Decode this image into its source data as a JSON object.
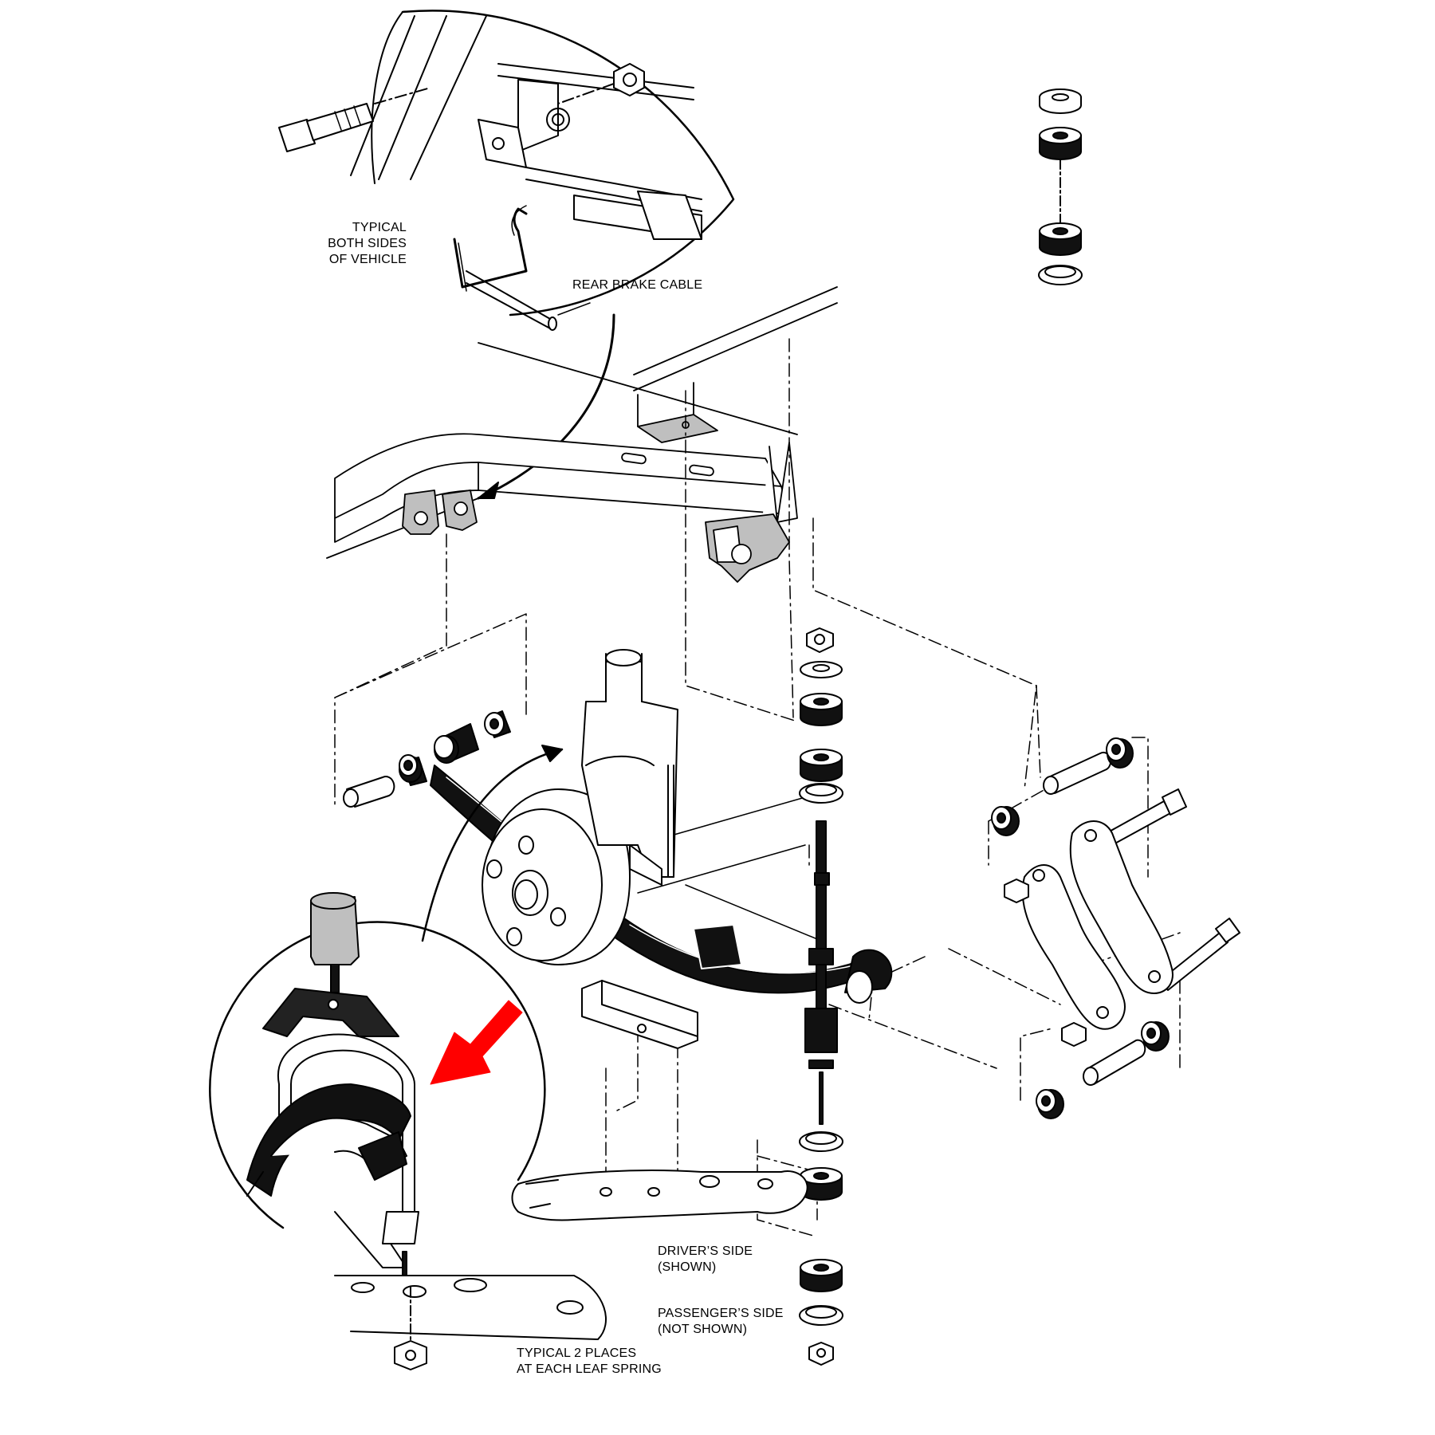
{
  "labels": {
    "typical_both_sides": [
      "TYPICAL",
      "BOTH SIDES",
      "OF VEHICLE"
    ],
    "rear_brake_cable": "REAR BRAKE CABLE",
    "drivers_side": [
      "DRIVER’S SIDE",
      "(SHOWN)"
    ],
    "passengers_side": [
      "PASSENGER’S SIDE",
      "(NOT SHOWN)"
    ],
    "typical_2_places": [
      "TYPICAL 2 PLACES",
      "AT EACH LEAF SPRING"
    ]
  },
  "colors": {
    "line": "#000000",
    "part_fill": "#ffffff",
    "rubber": "#111111",
    "shade": "#bfbfbf",
    "callout_arrow": "#ff0000"
  },
  "icons": {
    "callout_arrow": "red-arrow-icon"
  }
}
